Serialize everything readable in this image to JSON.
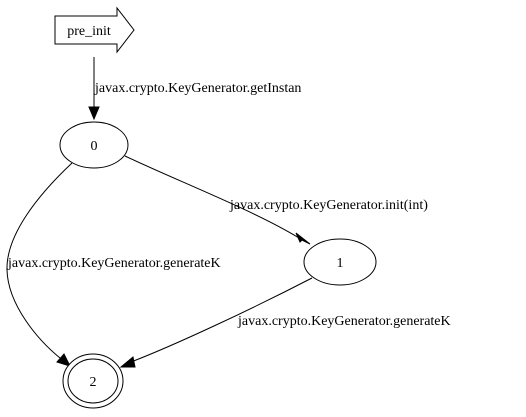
{
  "nodes": {
    "start": {
      "label": "pre_init"
    },
    "s0": {
      "label": "0"
    },
    "s1": {
      "label": "1"
    },
    "s2": {
      "label": "2"
    }
  },
  "edges": {
    "start_to_0": {
      "label": "javax.crypto.KeyGenerator.getInstan"
    },
    "s0_to_1": {
      "label": "javax.crypto.KeyGenerator.init(int)"
    },
    "s0_to_2": {
      "label": "javax.crypto.KeyGenerator.generateK"
    },
    "s1_to_2": {
      "label": "javax.crypto.KeyGenerator.generateK"
    }
  }
}
